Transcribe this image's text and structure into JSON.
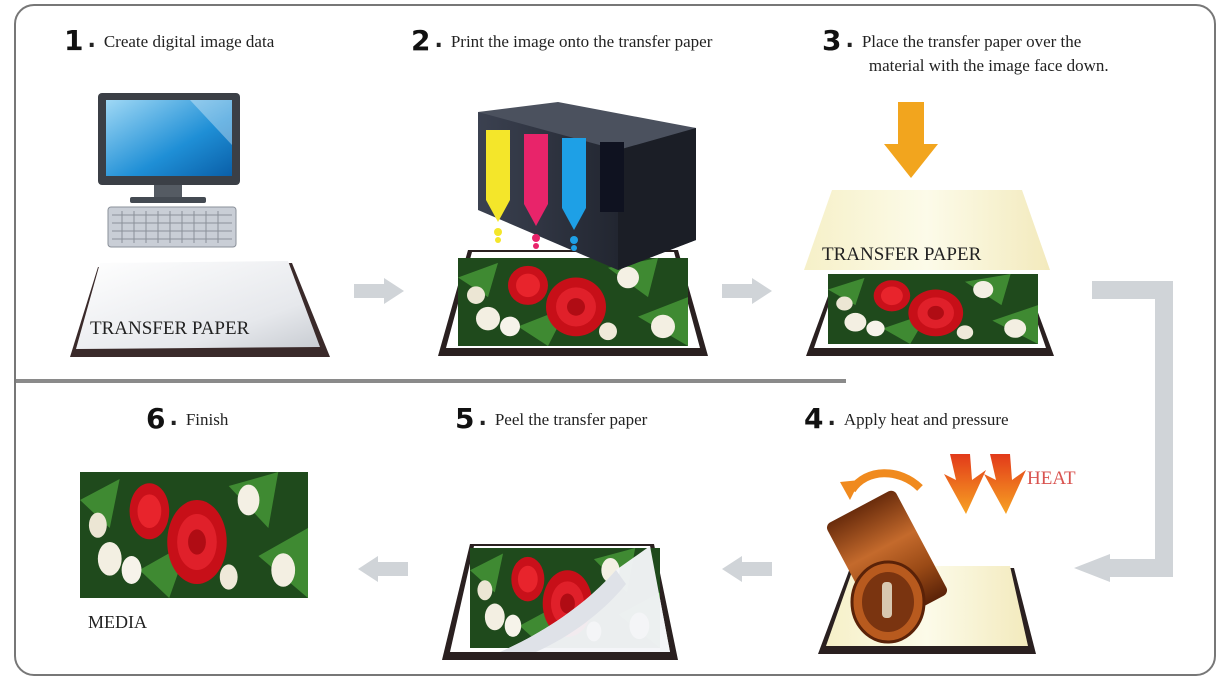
{
  "steps": [
    {
      "num": "1",
      "dot": ".",
      "text": "Create digital image data"
    },
    {
      "num": "2",
      "dot": ".",
      "text": "Print the image onto the transfer paper"
    },
    {
      "num": "3",
      "dot": ".",
      "text_line1": "Place the transfer paper over the",
      "text_line2": "material with the image face down."
    },
    {
      "num": "4",
      "dot": ".",
      "text": "Apply heat and pressure"
    },
    {
      "num": "5",
      "dot": ".",
      "text": "Peel the transfer paper"
    },
    {
      "num": "6",
      "dot": ".",
      "text": "Finish"
    }
  ],
  "labels": {
    "transfer_paper_1": "TRANSFER PAPER",
    "transfer_paper_3": "TRANSFER PAPER",
    "heat": "HEAT",
    "media": "MEDIA"
  },
  "colors": {
    "arrow_gray": "#d0d4d8",
    "orange_arrow": "#f2a51e",
    "rose_red": "#d8141c",
    "leaf_green": "#2e6b2a",
    "heat_text": "#d9534f"
  }
}
